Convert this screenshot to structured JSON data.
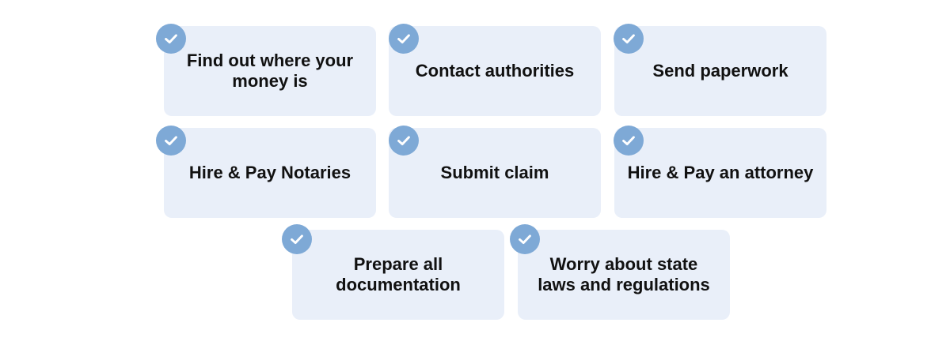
{
  "theme": {
    "card_bg": "#e9eff9",
    "check_bg": "#7ea9d6",
    "check_mark": "#ffffff",
    "text": "#111111"
  },
  "items": [
    {
      "label": "Find out where your\nmoney is",
      "icon": "check-icon",
      "checked": true
    },
    {
      "label": "Contact authorities",
      "icon": "check-icon",
      "checked": true
    },
    {
      "label": "Send paperwork",
      "icon": "check-icon",
      "checked": true
    },
    {
      "label": "Hire & Pay Notaries",
      "icon": "check-icon",
      "checked": true
    },
    {
      "label": "Submit claim",
      "icon": "check-icon",
      "checked": true
    },
    {
      "label": "Hire & Pay an attorney",
      "icon": "check-icon",
      "checked": true
    },
    {
      "label": "Prepare all\ndocumentation",
      "icon": "check-icon",
      "checked": true
    },
    {
      "label": "Worry about state\nlaws and regulations",
      "icon": "check-icon",
      "checked": true
    }
  ]
}
